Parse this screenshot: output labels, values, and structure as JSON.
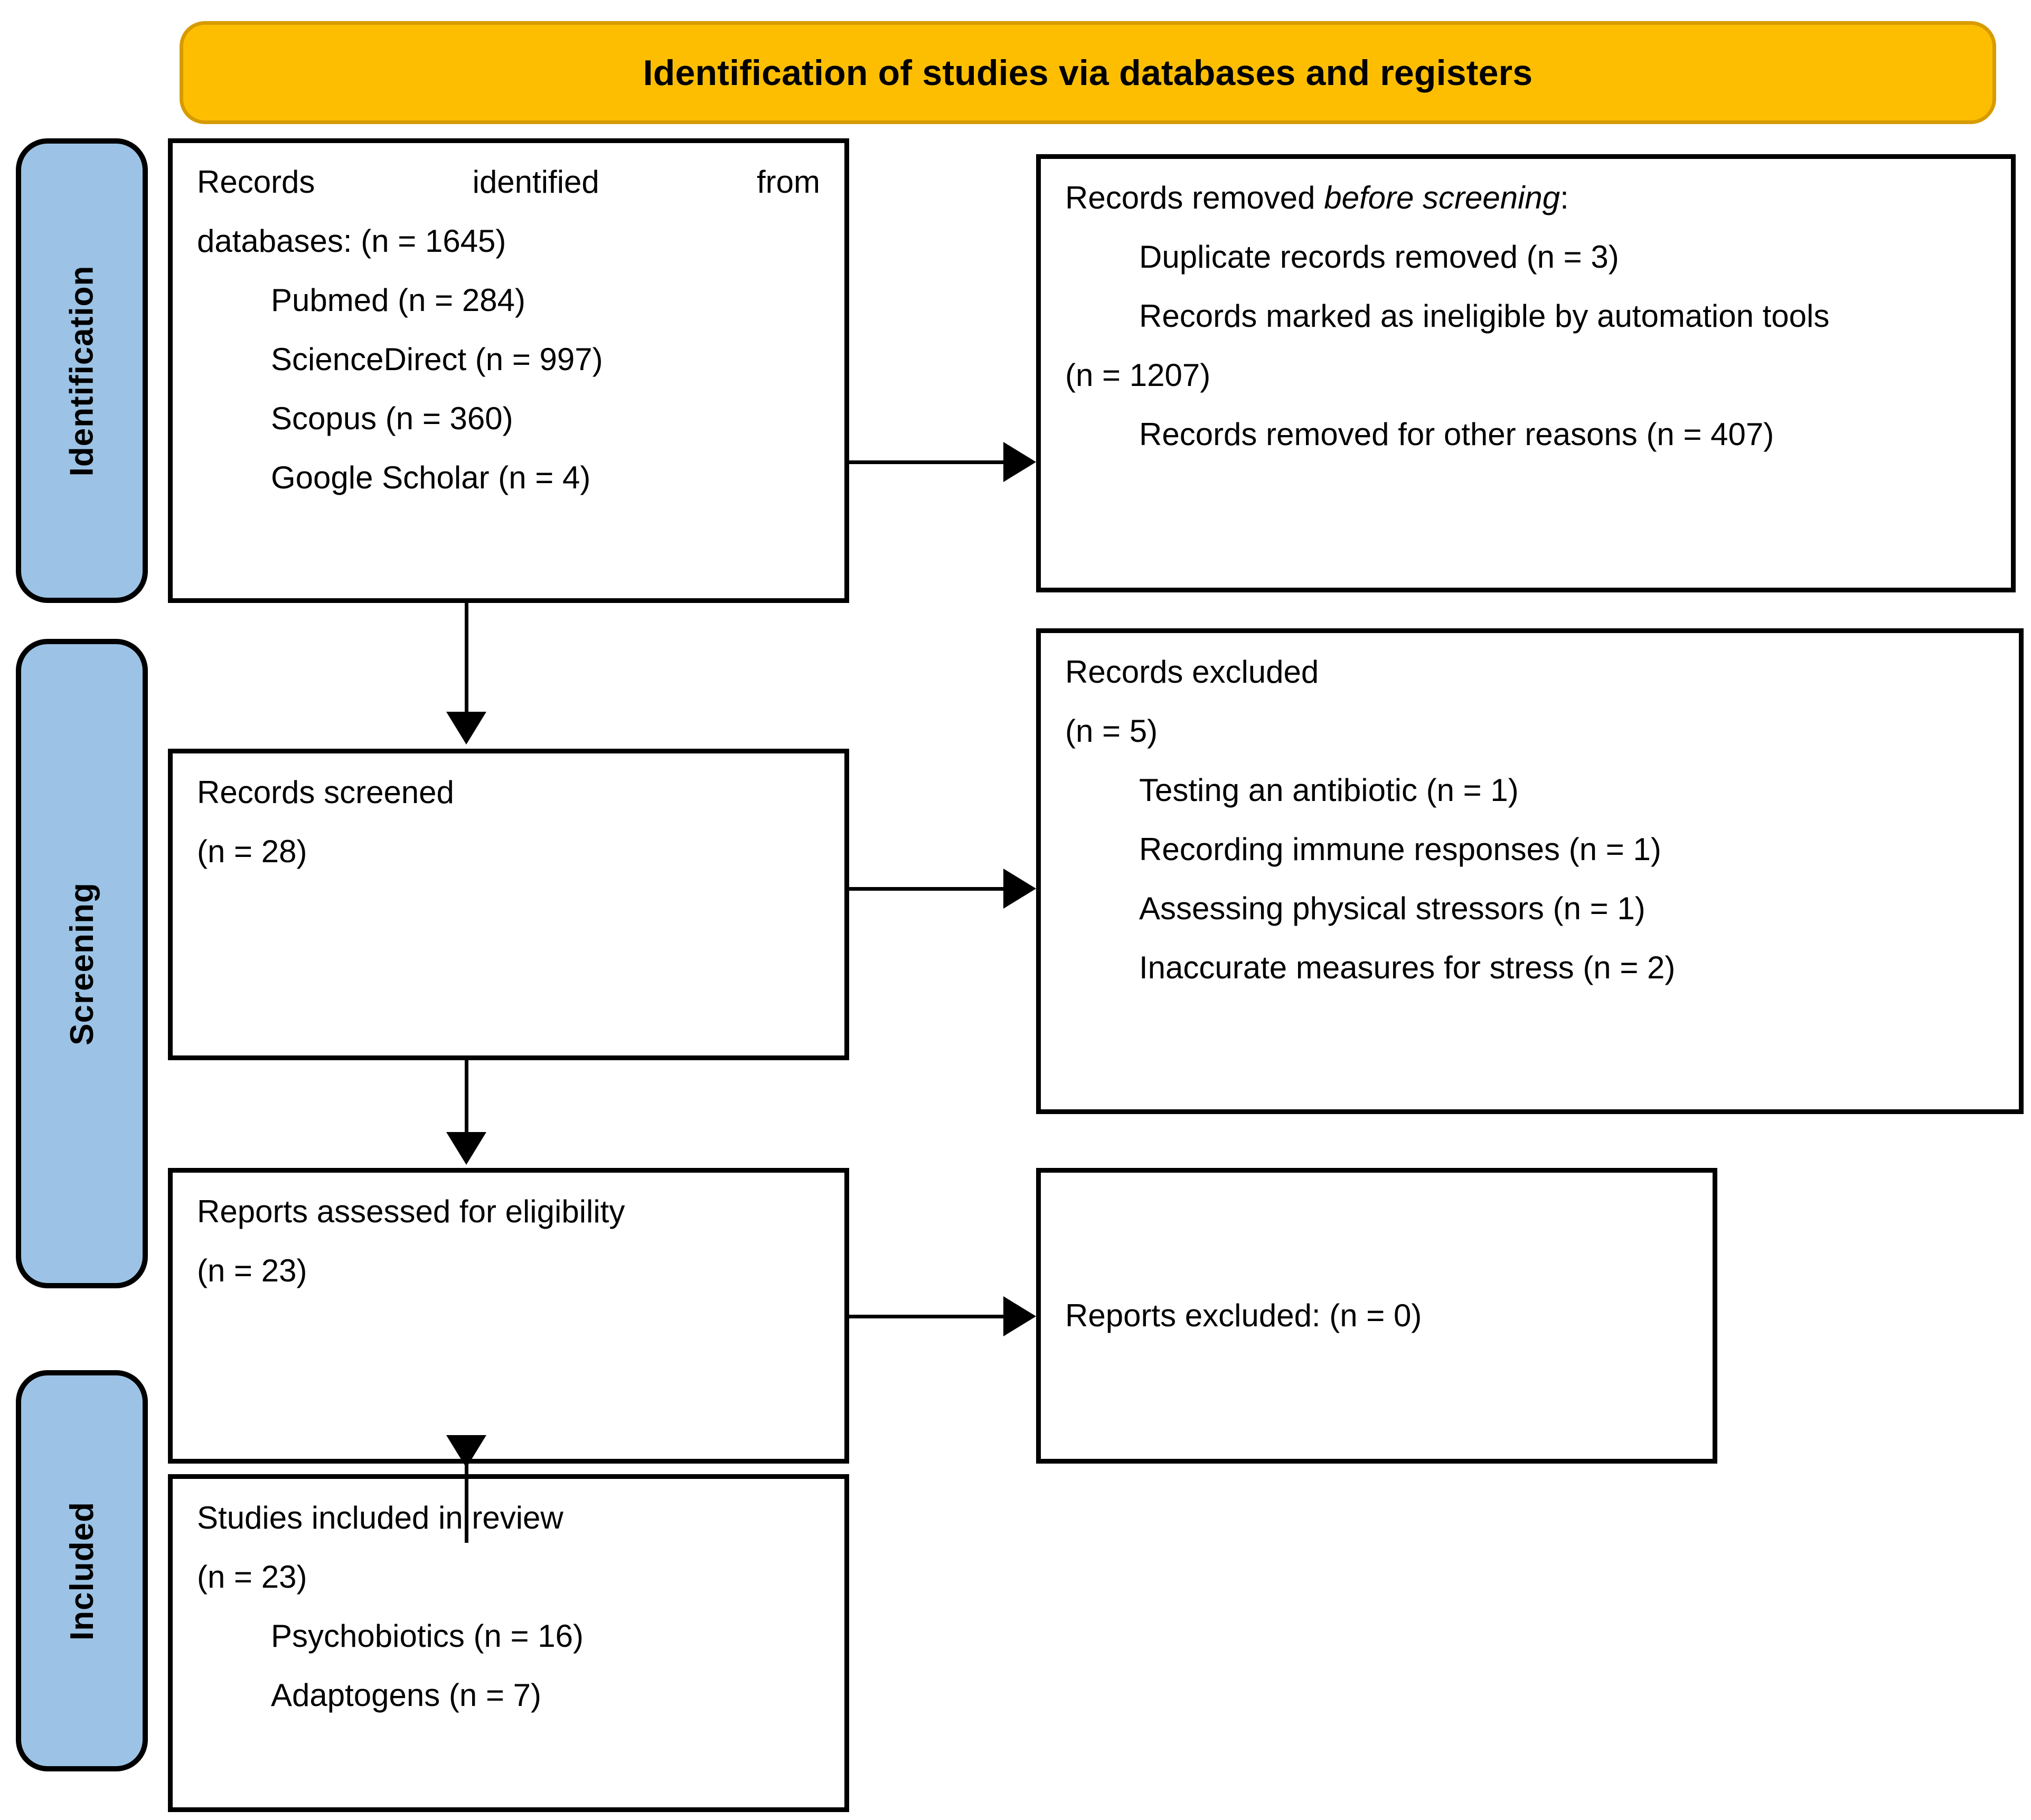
{
  "diagram": {
    "title": "Identification of studies via databases and registers",
    "accent_banner_fill": "#FDBE02",
    "accent_banner_border": "#D79B00",
    "phase_pill_fill": "#9CC3E5",
    "box_border_color": "#000000",
    "background": "#ffffff"
  },
  "phases": [
    {
      "id": "identification",
      "label": "Identification"
    },
    {
      "id": "screening",
      "label": "Screening"
    },
    {
      "id": "included",
      "label": "Included"
    }
  ],
  "boxes": {
    "records_identified": {
      "line1_a": "Records",
      "line1_b": "identified",
      "line1_c": "from",
      "line2": "databases: (n = 1645)",
      "sources": [
        "Pubmed (n = 284)",
        "ScienceDirect (n = 997)",
        "Scopus (n = 360)",
        "Google Scholar (n = 4)"
      ]
    },
    "records_removed": {
      "heading_plain": "Records removed ",
      "heading_italic": "before screening",
      "heading_colon": ":",
      "items": [
        "Duplicate records removed (n = 3)",
        "Records marked as ineligible by automation tools",
        "Records removed for other reasons (n = 407)"
      ],
      "wrapped_count": "(n = 1207)"
    },
    "records_screened": {
      "label": "Records screened",
      "count": "(n = 28)"
    },
    "records_excluded": {
      "label": "Records excluded",
      "count": "(n = 5)",
      "reasons": [
        "Testing an antibiotic (n = 1)",
        "Recording immune responses (n = 1)",
        "Assessing physical stressors (n = 1)",
        "Inaccurate measures for stress (n = 2)"
      ]
    },
    "reports_assessed": {
      "label": "Reports assessed for eligibility",
      "count": "(n = 23)"
    },
    "reports_excluded": {
      "label": "Reports excluded: (n = 0)"
    },
    "studies_included": {
      "label": "Studies included in review",
      "count": "(n = 23)",
      "categories": [
        "Psychobiotics (n = 16)",
        "Adaptogens (n = 7)"
      ]
    }
  }
}
